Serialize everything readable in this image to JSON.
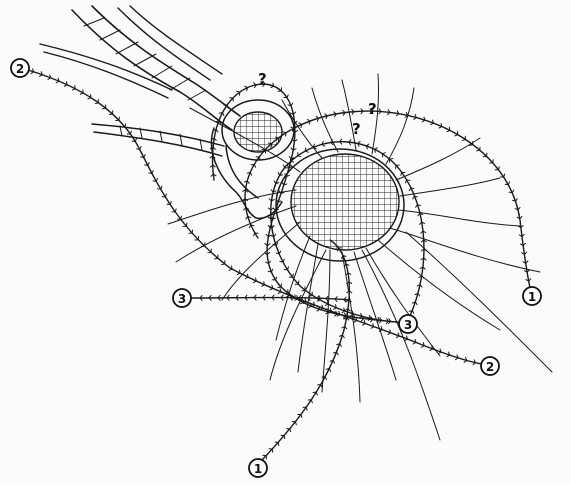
{
  "labels": {
    "path_1_top": "1",
    "path_1_bottom": "1",
    "path_2_left": "2",
    "path_2_right": "2",
    "path_3_left": "3",
    "path_3_center": "3"
  },
  "question_marks": {
    "q1": "?",
    "q2": "?",
    "q3": "?"
  }
}
